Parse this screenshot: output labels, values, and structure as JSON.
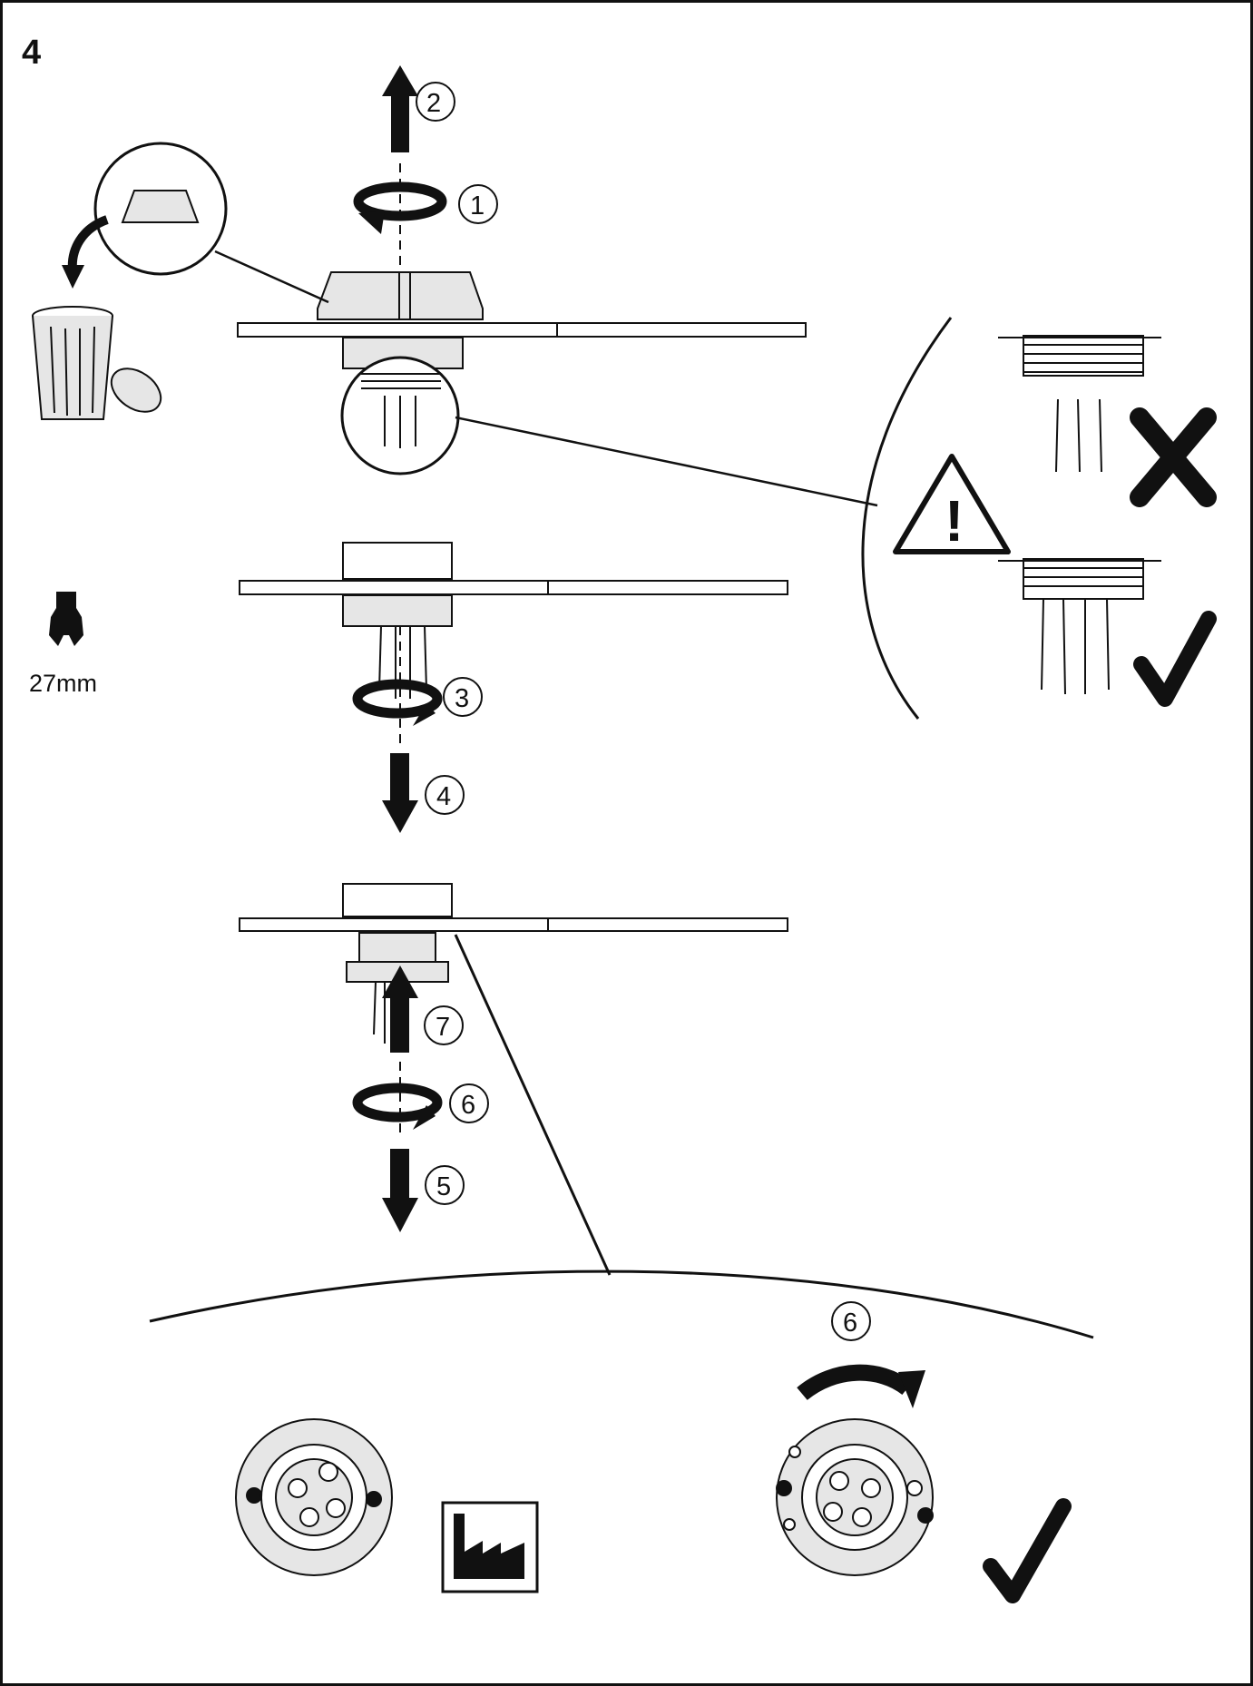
{
  "page": {
    "number": "4"
  },
  "tool": {
    "icon": "wrench-icon",
    "size_label": "27mm"
  },
  "steps": {
    "s1": "1",
    "s2": "2",
    "s3": "3",
    "s4": "4",
    "s5": "5",
    "s6": "6",
    "s7": "7",
    "s6_detail": "6"
  },
  "marks": {
    "check": "✓",
    "cross": "✗",
    "warning": "!"
  },
  "colors": {
    "line": "#111111",
    "part_fill": "#e6e6e6",
    "dark_fill": "#2b2b2b"
  }
}
